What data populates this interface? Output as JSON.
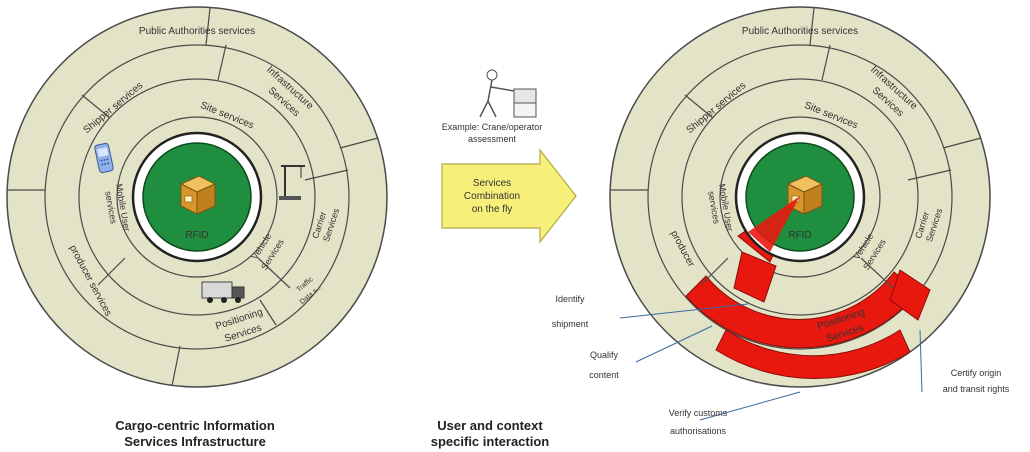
{
  "left": {
    "outer_label": "Public Authorities services",
    "segments": {
      "shipper": "Shipper services",
      "infra_1": "Infrastructure",
      "infra_2": "Services",
      "site": "Site services",
      "mobile_1": "Mobile User",
      "mobile_2": "services",
      "producer": "producer services",
      "carrier_1": "Carrier",
      "carrier_2": "Services",
      "vehicle_1": "Vehicle",
      "vehicle_2": "Services",
      "traffic_1": "Traffic",
      "traffic_2": "Data s...",
      "positioning_1": "Positioning",
      "positioning_2": "Services"
    },
    "center_label": "RFID",
    "caption_line1": "Cargo-centric Information",
    "caption_line2": "Services Infrastructure"
  },
  "middle": {
    "example_line1": "Example: Crane/operator",
    "example_line2": "assessment",
    "arrow_line1": "Services",
    "arrow_line2": "Combination",
    "arrow_line3": "on the fly",
    "caption_line1": "User and context",
    "caption_line2": "specific interaction"
  },
  "right": {
    "outer_label": "Public Authorities services",
    "segments": {
      "shipper": "Shipper services",
      "infra_1": "Infrastructure",
      "infra_2": "Services",
      "site": "Site services",
      "mobile_1": "Mobile User",
      "mobile_2": "services",
      "producer": "producer",
      "carrier_1": "Carrier",
      "carrier_2": "Services",
      "vehicle_1": "Vehicle",
      "vehicle_2": "Services",
      "positioning_1": "Positioning",
      "positioning_2": "Services"
    },
    "center_label": "RFID",
    "callouts": {
      "identify_1": "Identify",
      "identify_2": "shipment",
      "qualify_1": "Qualify",
      "qualify_2": "content",
      "customs_1": "Verify customs",
      "customs_2": "authorisations",
      "certify_1": "Certify origin",
      "certify_2": "and transit rights"
    }
  },
  "colors": {
    "ring_fill": "#e3e3c7",
    "ring_stroke": "#4a4a4a",
    "core_green": "#1f8f3f",
    "box_orange": "#e0a23a",
    "arrow_yellow": "#f6f07a",
    "highlight_red": "#e8180f"
  }
}
